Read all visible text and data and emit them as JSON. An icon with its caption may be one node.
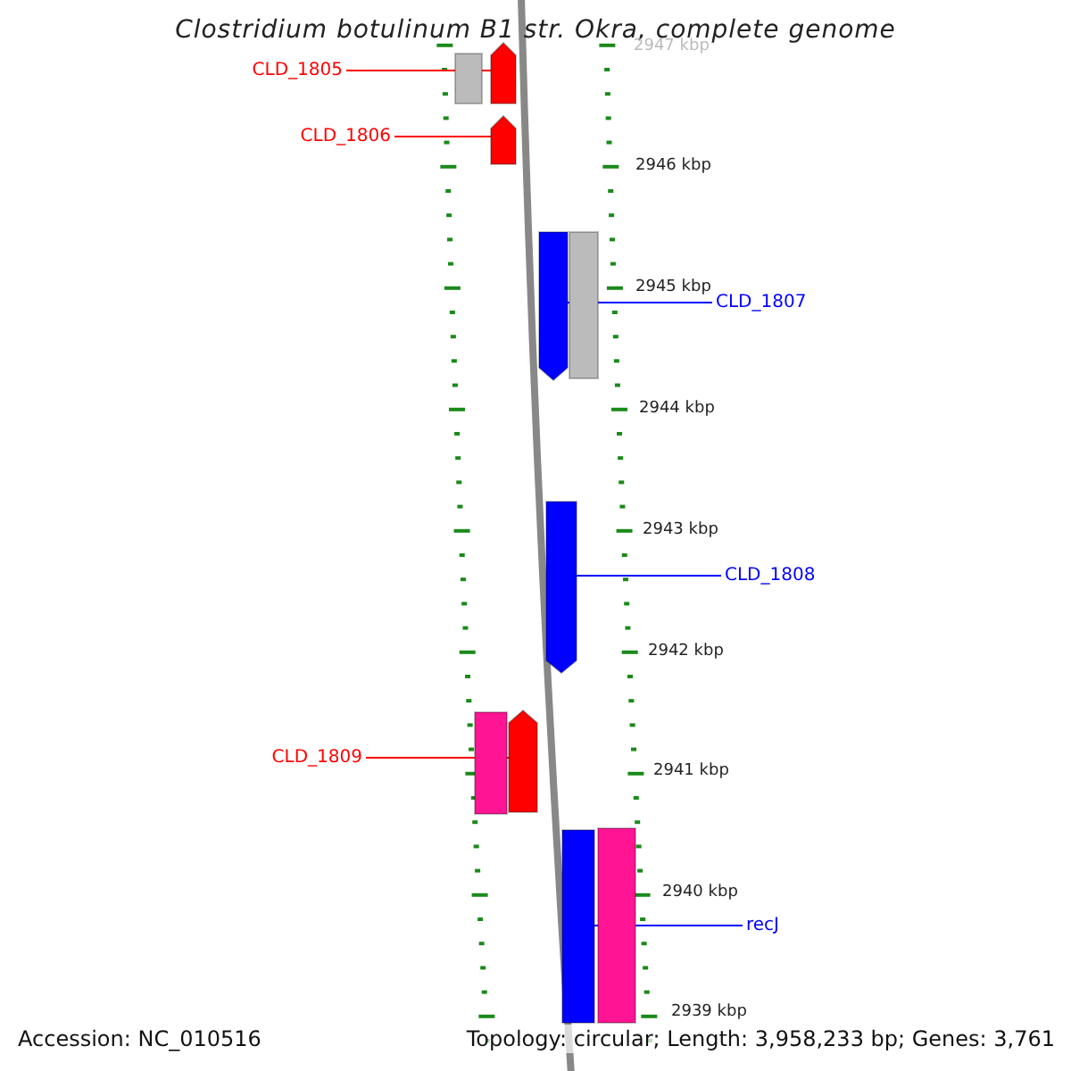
{
  "diagram": {
    "title": "Clostridium botulinum B1 str. Okra, complete genome",
    "nodes": [
      {
        "text": [
          "CLD_1805"
        ]
      },
      {
        "text": [
          "CLD_1806"
        ]
      },
      {
        "text": [
          "CLD_1807"
        ]
      },
      {
        "text": [
          "CLD_1808"
        ]
      },
      {
        "text": [
          "CLD_1809"
        ]
      },
      {
        "text": [
          "recJ"
        ]
      },
      {
        "text": [],
        "shape": "bar"
      },
      {
        "text": [],
        "shape": "bar"
      },
      {
        "text": [],
        "shape": "bar"
      },
      {
        "text": [],
        "shape": "bar"
      },
      {
        "text": [],
        "shape": "bar"
      },
      {
        "text": [],
        "shape": "bar"
      },
      {
        "text": [],
        "shape": "bar"
      },
      {
        "text": [],
        "shape": "bar"
      },
      {
        "text": [],
        "shape": "bar"
      },
      {
        "text": [],
        "shape": "bar"
      }
    ],
    "edges": [
      {
        "from": 0,
        "to": 7,
        "arrow": "none",
        "color": "#ff0000"
      },
      {
        "from": 1,
        "to": 8,
        "arrow": "none",
        "color": "#ff0000"
      },
      {
        "from": 2,
        "to": 9,
        "arrow": "none",
        "color": "#0000ff"
      },
      {
        "from": 3,
        "to": 11,
        "arrow": "none",
        "color": "#0000ff"
      },
      {
        "from": 4,
        "to": 13,
        "arrow": "none",
        "color": "#ff0000"
      },
      {
        "from": 5,
        "to": 14,
        "arrow": "none",
        "color": "#0000ff"
      }
    ],
    "labels": [
      "2947 kbp",
      "2946 kbp",
      "2945 kbp",
      "2944 kbp",
      "2943 kbp",
      "2942 kbp",
      "2941 kbp",
      "2940 kbp",
      "2939 kbp",
      "Accession: NC_010516",
      "Topology: circular; Length: 3,958,233 bp; Genes: 3,761"
    ]
  }
}
